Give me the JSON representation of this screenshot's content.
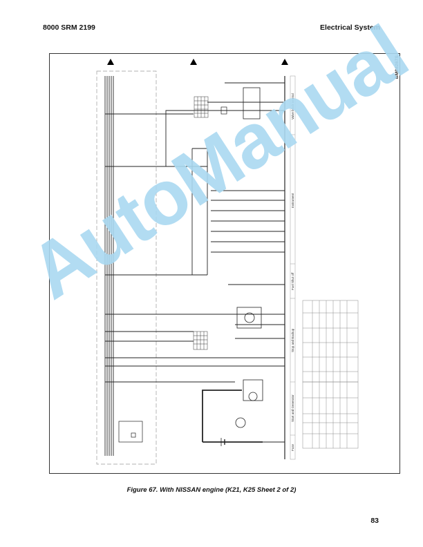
{
  "header": {
    "document_code": "8000 SRM 2199",
    "section_title": "Electrical System"
  },
  "figure": {
    "id": "BM08267S",
    "caption": "Figure 67. With NISSAN engine (K21, K25 Sheet 2 of 2)",
    "page_number": "83"
  },
  "diagram": {
    "type": "electrical wiring schematic",
    "orientation": "rotated 90 degrees",
    "continuation_markers": [
      "triangle",
      "triangle",
      "triangle"
    ],
    "sections": [
      {
        "label": "Valve block neutral"
      },
      {
        "label": "Instrument"
      },
      {
        "label": "Fuel Shut off"
      },
      {
        "label": "Stop and Backup"
      },
      {
        "label": "Start and Generator"
      },
      {
        "label": "Fuse"
      }
    ],
    "colors": {
      "wire": "#222222",
      "frame": "#333333",
      "dashed_box": "#888888",
      "watermark": "#aad9f1"
    }
  },
  "watermark": {
    "text": "AutoManual"
  }
}
